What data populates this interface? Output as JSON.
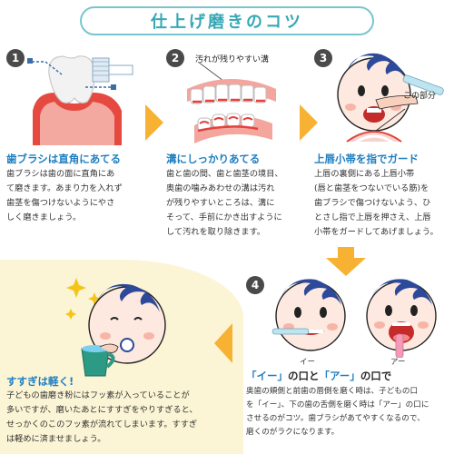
{
  "title": "仕上げ磨きのコツ",
  "steps": [
    {
      "number": "1",
      "heading": "歯ブラシは直角にあてる",
      "body": [
        "歯ブラシは歯の面に直角にあ",
        "て磨きます。あまり力を入れず",
        "歯茎を傷つけないようにやさ",
        "しく磨きましょう。"
      ]
    },
    {
      "number": "2",
      "callout": "汚れが残りやすい溝",
      "heading": "溝にしっかりあてる",
      "body": [
        "歯と歯の間、歯と歯茎の境目、",
        "奥歯の噛みあわせの溝は汚れ",
        "が残りやすいところは、溝に",
        "そって、手前にかき出すように",
        "して汚れを取り除きます。"
      ]
    },
    {
      "number": "3",
      "callout": "この部分",
      "heading": "上唇小帯を指でガード",
      "body": [
        "上唇の裏側にある上唇小帯",
        "(唇と歯茎をつないでいる筋)を",
        "歯ブラシで傷つけないよう、ひ",
        "とさし指で上唇を押さえ、上唇",
        "小帯をガードしてあげましょう。"
      ]
    },
    {
      "number": "4",
      "label_ii": "イー",
      "label_aa": "アー",
      "heading_q1": "「イー」",
      "heading_mid": "の口と",
      "heading_q2": "「アー」",
      "heading_end": "の口で",
      "body": [
        "奥歯の頬側と前歯の唇側を磨く時は、子どもの口",
        "を「イー」、下の歯の舌側を磨く時は「アー」の口に",
        "させるのがコツ。歯ブラシがあてやすくなるので、",
        "磨くのがラクになります。"
      ]
    }
  ],
  "tip": {
    "heading": "すすぎは軽く!",
    "body": [
      "子どもの歯磨き粉にはフッ素が入っていることが",
      "多いですが、磨いたあとにすすぎをやりすぎると、",
      "せっかくのこのフッ素が流れてしまいます。すすぎ",
      "は軽めに済ませましょう。"
    ]
  },
  "colors": {
    "accent": "#36a8b5",
    "heading": "#1f7fc1",
    "arrow": "#f7b233",
    "gum": "#e6413b",
    "tip_bg": "#fbf4d5"
  }
}
